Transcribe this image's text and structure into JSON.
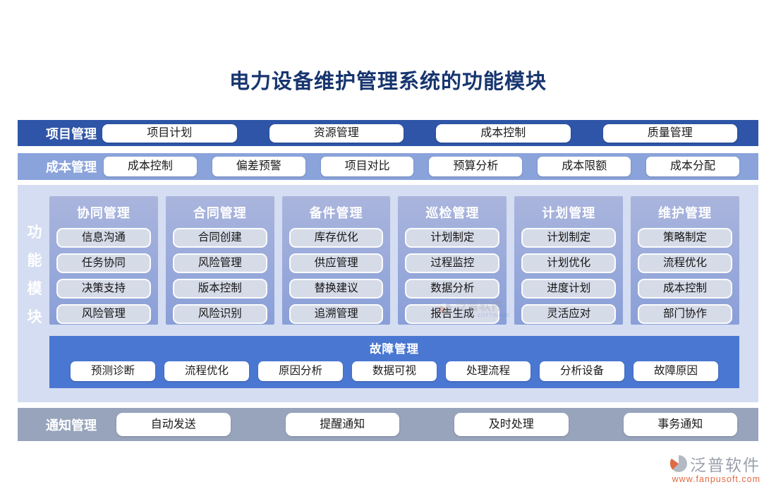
{
  "title": "电力设备维护管理系统的功能模块",
  "bands": [
    {
      "id": "project",
      "label": "项目管理",
      "items": [
        "项目计划",
        "资源管理",
        "成本控制",
        "质量管理"
      ]
    },
    {
      "id": "cost",
      "label": "成本管理",
      "items": [
        "成本控制",
        "偏差预警",
        "项目对比",
        "预算分析",
        "成本限额",
        "成本分配"
      ]
    },
    {
      "id": "notify",
      "label": "通知管理",
      "items": [
        "自动发送",
        "提醒通知",
        "及时处理",
        "事务通知"
      ]
    }
  ],
  "main": {
    "side_label": "功能模块",
    "columns": [
      {
        "header": "协同管理",
        "items": [
          "信息沟通",
          "任务协同",
          "决策支持",
          "风险管理"
        ]
      },
      {
        "header": "合同管理",
        "items": [
          "合同创建",
          "风险管理",
          "版本控制",
          "风险识别"
        ]
      },
      {
        "header": "备件管理",
        "items": [
          "库存优化",
          "供应管理",
          "替换建议",
          "追溯管理"
        ]
      },
      {
        "header": "巡检管理",
        "items": [
          "计划制定",
          "过程监控",
          "数据分析",
          "报告生成"
        ]
      },
      {
        "header": "计划管理",
        "items": [
          "计划制定",
          "计划优化",
          "进度计划",
          "灵活应对"
        ]
      },
      {
        "header": "维护管理",
        "items": [
          "策略制定",
          "流程优化",
          "成本控制",
          "部门协作"
        ]
      }
    ],
    "fault": {
      "header": "故障管理",
      "items": [
        "预测诊断",
        "流程优化",
        "原因分析",
        "数据可视",
        "处理流程",
        "分析设备",
        "故障原因"
      ]
    }
  },
  "watermark": {
    "brand": "泛普软件",
    "sub": "FANPU SOFTWARE"
  },
  "footer": {
    "brand": "泛普软件",
    "url": "www.fanpusoft.com"
  },
  "colors": {
    "title_text": "#17356f",
    "band_project_bg": "#2e55a7",
    "band_cost_bg": "#8aa3db",
    "band_notify_bg": "#97a4bb",
    "main_bg": "#d4ddf1",
    "column_bg_top": "#aab5dd",
    "column_bg_bottom": "#8a9fd8",
    "column_item_bg": "#d6dbe8",
    "fault_bg": "#4a77d1",
    "pill_bg": "#ffffff",
    "brand_gray": "#9aa0ab",
    "url_orange": "#e06a43"
  }
}
